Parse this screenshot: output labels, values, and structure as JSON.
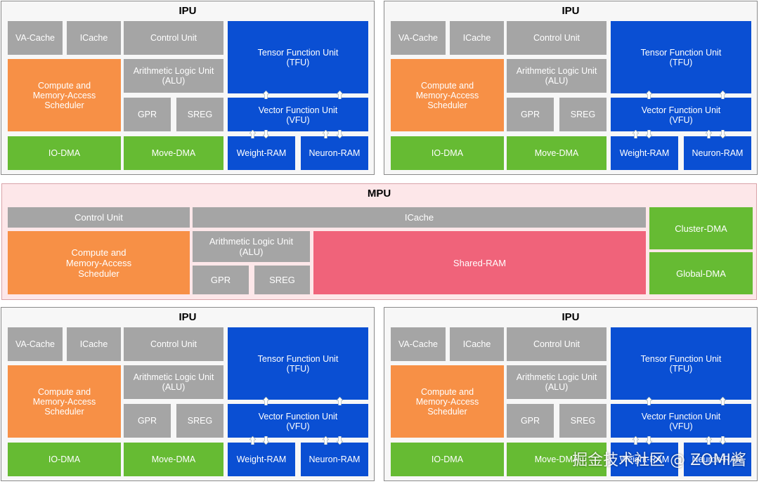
{
  "ipu": {
    "title": "IPU",
    "va_cache": "VA-Cache",
    "icache": "ICache",
    "control_unit": "Control Unit",
    "alu": "Arithmetic Logic Unit\n(ALU)",
    "gpr": "GPR",
    "sreg": "SREG",
    "scheduler": "Compute and\nMemory-Access\nScheduler",
    "tfu": "Tensor Function Unit\n(TFU)",
    "vfu": "Vector Function Unit\n(VFU)",
    "io_dma": "IO-DMA",
    "move_dma": "Move-DMA",
    "weight_ram": "Weight-RAM",
    "neuron_ram": "Neuron-RAM"
  },
  "mpu": {
    "title": "MPU",
    "control_unit": "Control Unit",
    "icache": "ICache",
    "scheduler": "Compute and\nMemory-Access\nScheduler",
    "alu": "Arithmetic Logic Unit\n(ALU)",
    "gpr": "GPR",
    "sreg": "SREG",
    "shared_ram": "Shared-RAM",
    "cluster_dma": "Cluster-DMA",
    "global_dma": "Global-DMA"
  },
  "watermark": "掘金技术社区 @ ZOMI酱",
  "colors": {
    "gray": "#a5a5a5",
    "orange": "#f79046",
    "green": "#66bb33",
    "blue": "#0a4fd3",
    "pink": "#f0637a",
    "mpu_background": "#fde7e9"
  }
}
